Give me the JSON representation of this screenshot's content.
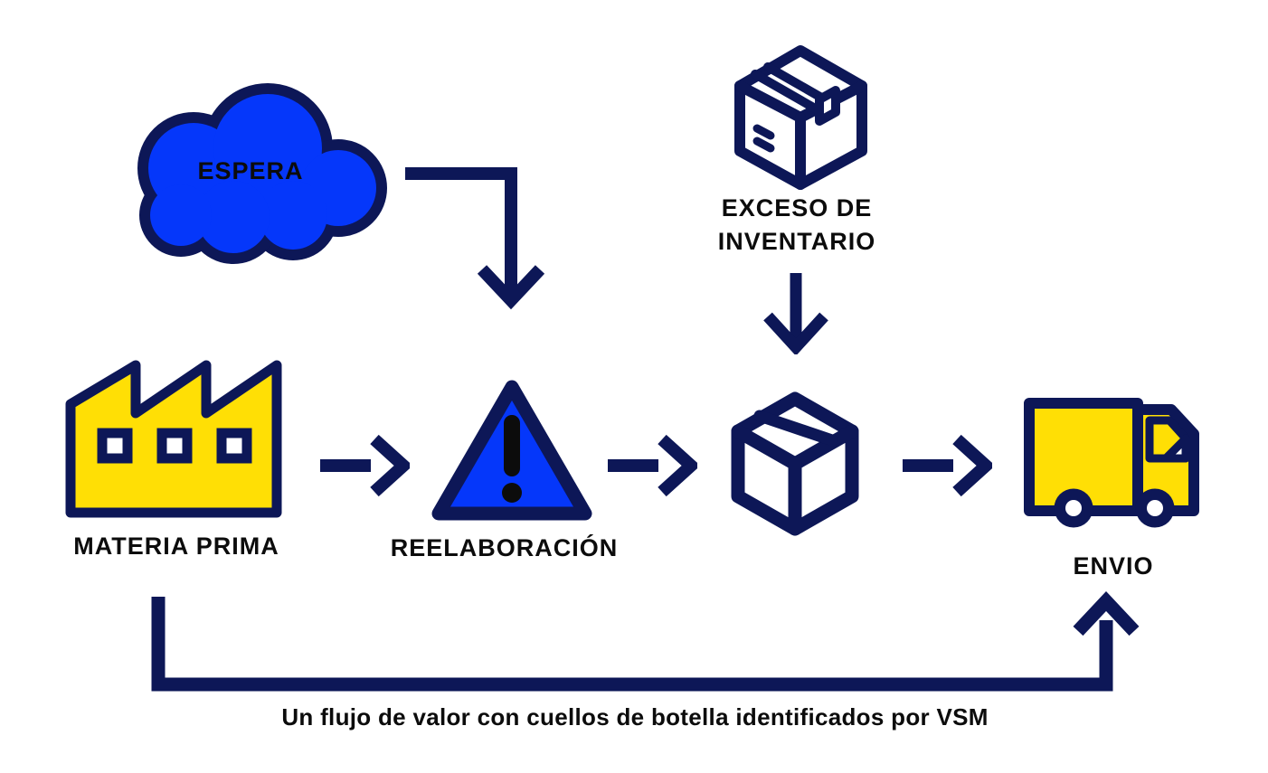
{
  "colors": {
    "navy": "#0d1757",
    "blue": "#0537fa",
    "yellow": "#ffdf05",
    "label": "#0c0c0c",
    "bg": "#ffffff"
  },
  "callouts": {
    "espera": {
      "label": "ESPERA",
      "icon": "cloud-icon"
    },
    "exceso": {
      "label": "EXCESO DE INVENTARIO",
      "icon": "package-box-icon"
    }
  },
  "steps": {
    "materia_prima": {
      "label": "MATERIA PRIMA",
      "icon": "factory-icon"
    },
    "reelaboracion": {
      "label": "REELABORACIÓN",
      "icon": "warning-triangle-icon"
    },
    "inventario": {
      "label": "",
      "icon": "cube-box-icon"
    },
    "envio": {
      "label": "ENVIO",
      "icon": "delivery-truck-icon"
    }
  },
  "caption": "Un flujo de valor con cuellos de botella identificados por VSM"
}
